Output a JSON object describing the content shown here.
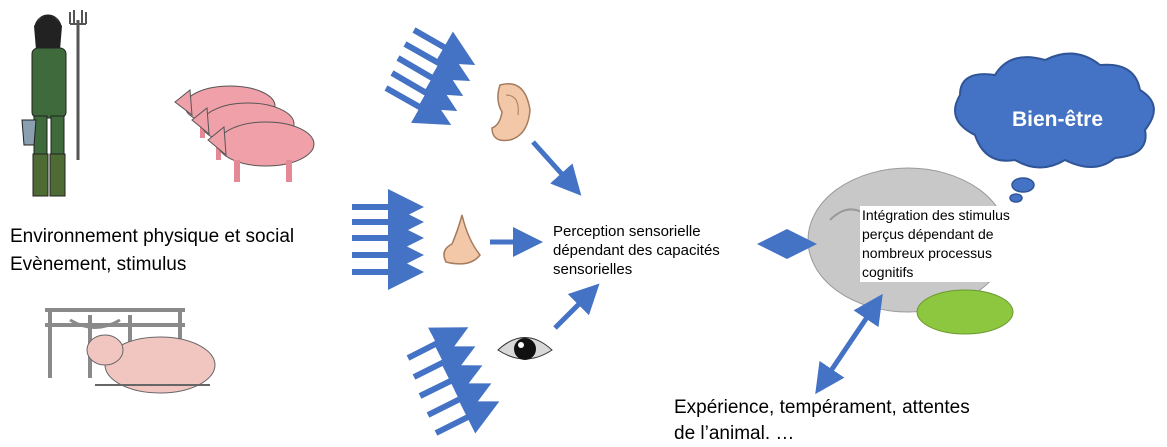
{
  "environment": {
    "line1": "Environnement physique et social",
    "line2": "Evènement, stimulus"
  },
  "perception": {
    "line1": "Perception sensorielle",
    "line2": "dépendant des capacités",
    "line3": "sensorielles"
  },
  "integration": {
    "line1": "Intégration des stimulus",
    "line2": "perçus dépendant de",
    "line3": "nombreux processus",
    "line4": "cognitifs"
  },
  "cloud": {
    "label": "Bien-être",
    "color": "#4472c4"
  },
  "experience": {
    "line1": "Expérience, tempérament, attentes",
    "line2": "de l’animal. …"
  },
  "colors": {
    "arrow": "#4472c4",
    "brain": "#c8c8c8",
    "pig": "#f0a0a8",
    "cow": "#f2c6c0"
  },
  "icons": [
    "farmer-illustration",
    "pigs-illustration",
    "cow-in-stall-illustration",
    "ear-icon",
    "nose-icon",
    "eye-icon",
    "brain-illustration",
    "thought-cloud"
  ]
}
